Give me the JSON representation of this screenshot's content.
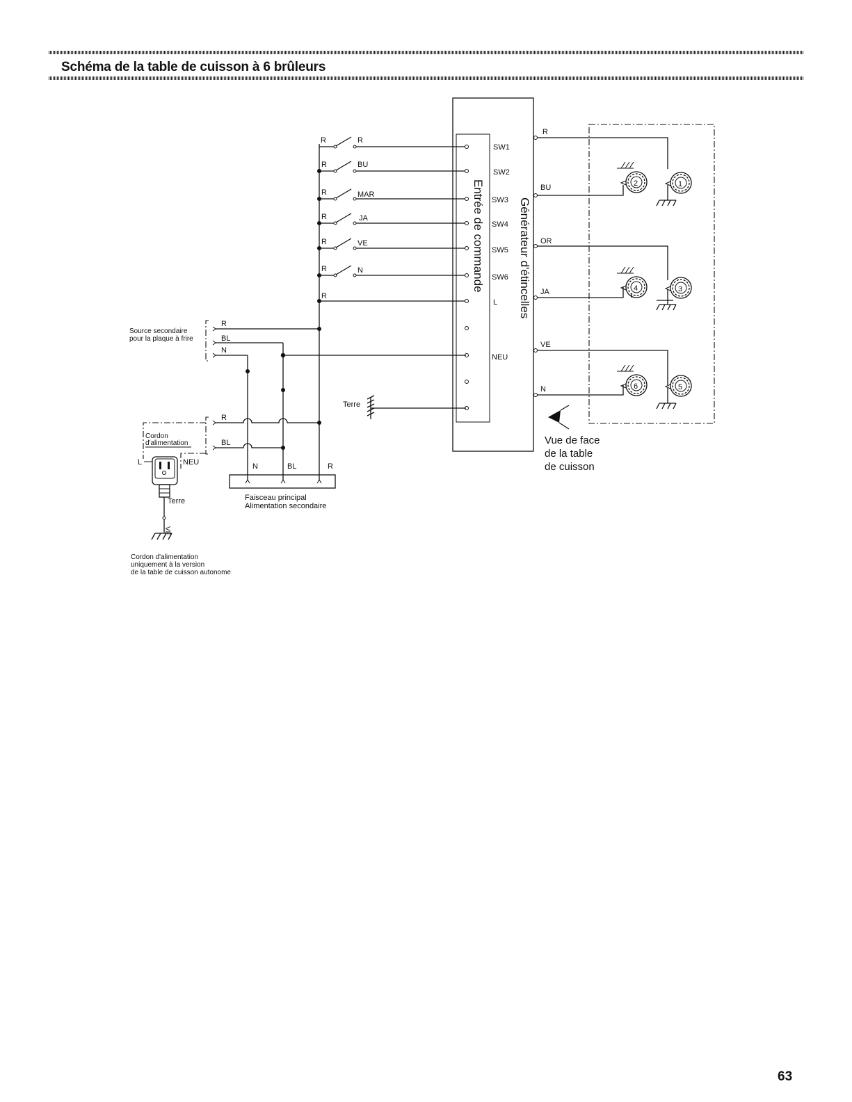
{
  "page": {
    "title": "Schéma de la table de cuisson à 6 brûleurs",
    "number": "63"
  },
  "switches": [
    {
      "in": "R",
      "out": "R"
    },
    {
      "in": "R",
      "out": "BU"
    },
    {
      "in": "R",
      "out": "MAR"
    },
    {
      "in": "R",
      "out": "JA"
    },
    {
      "in": "R",
      "out": "VE"
    },
    {
      "in": "R",
      "out": "N"
    }
  ],
  "l_wire_label": "R",
  "control_input": {
    "title": "Entrée de commande",
    "terminals": [
      "SW1",
      "SW2",
      "SW3",
      "SW4",
      "SW5",
      "SW6",
      "L",
      "NEU"
    ]
  },
  "spark_generator": {
    "title": "Générateur d'étincelles",
    "outputs": [
      "R",
      "BU",
      "OR",
      "JA",
      "VE",
      "N"
    ]
  },
  "ground_label": "Terre",
  "secondary_source": {
    "label_lines": [
      "Source secondaire",
      "pour la plaque à frire"
    ],
    "wires": [
      "R",
      "BL",
      "N"
    ]
  },
  "power_cord": {
    "label_lines": [
      "Cordon",
      "d'alimentation"
    ],
    "wires": [
      "R",
      "BL"
    ],
    "plug_left": "L",
    "plug_right": "NEU",
    "ground": "Terre",
    "ground_wire": "VE",
    "note_lines": [
      "Cordon d'alimentation",
      "uniquement à la version",
      "de la table de cuisson autonome"
    ]
  },
  "main_harness": {
    "wires": [
      "N",
      "BL",
      "R"
    ],
    "label_lines": [
      "Faisceau principal",
      "Alimentation secondaire"
    ]
  },
  "front_view": {
    "label_lines": [
      "Vue de face",
      "de la table",
      "de cuisson"
    ],
    "burners": [
      "1",
      "2",
      "3",
      "4",
      "5",
      "6"
    ]
  }
}
